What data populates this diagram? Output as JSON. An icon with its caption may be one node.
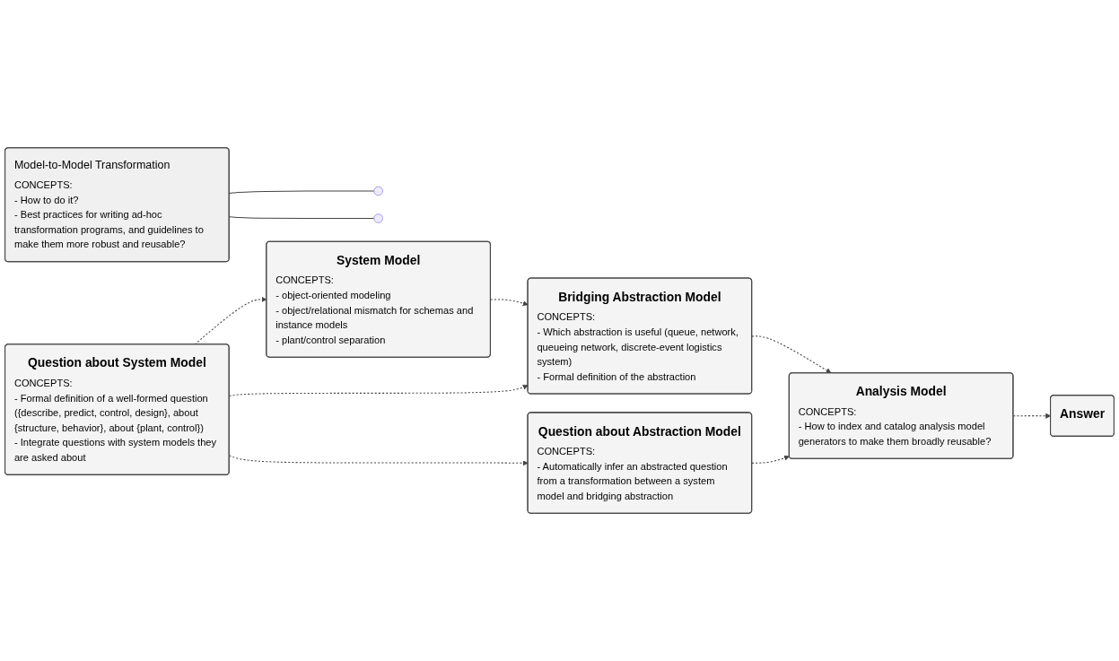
{
  "diagram": {
    "nodes": [
      {
        "text": [
          "Model-to-Model Transformation",
          "CONCEPTS:",
          "- How to do it?",
          "- Best practices for writing ad-hoc transformation programs, and guidelines to make them more robust and reusable?"
        ]
      },
      {
        "text": [
          "System Model",
          "CONCEPTS:",
          "- object-oriented modeling",
          "- object/relational mismatch for schemas and instance models",
          "- plant/control separation"
        ]
      },
      {
        "text": [
          "Bridging Abstraction Model",
          "CONCEPTS:",
          "- Which abstraction is useful (queue, network, queueing network, discrete-event logistics system)",
          "- Formal definition of the abstraction"
        ]
      },
      {
        "text": [
          "Analysis Model",
          "CONCEPTS:",
          "- How to index and catalog analysis model generators to make them broadly reusable?"
        ]
      },
      {
        "text": [
          "Question about System Model",
          "CONCEPTS:",
          "- Formal definition of a well-formed question ({describe, predict, control, design}, about {structure, behavior}, about {plant, control})",
          "- Integrate questions with system models they are asked about"
        ]
      },
      {
        "text": [
          "Question about Abstraction Model",
          "CONCEPTS:",
          "- Automatically infer an abstracted question from a transformation between a system model and bridging abstraction"
        ]
      },
      {
        "text": [
          "Answer"
        ]
      }
    ],
    "edges": [
      {
        "from": 1,
        "to": 2,
        "arrow": "to",
        "style": "dashed"
      },
      {
        "from": 4,
        "to": 1,
        "arrow": "to",
        "style": "dashed"
      },
      {
        "from": 4,
        "to": 2,
        "arrow": "to",
        "style": "dashed"
      },
      {
        "from": 4,
        "to": 5,
        "arrow": "to",
        "style": "dashed"
      },
      {
        "from": 2,
        "to": 3,
        "arrow": "to",
        "style": "dashed"
      },
      {
        "from": 5,
        "to": 3,
        "arrow": "to",
        "style": "dashed"
      },
      {
        "from": 3,
        "to": 6,
        "arrow": "to",
        "style": "dashed"
      },
      {
        "from": 0,
        "to": null,
        "arrow": "none"
      },
      {
        "from": 0,
        "to": null,
        "arrow": "none"
      }
    ]
  }
}
